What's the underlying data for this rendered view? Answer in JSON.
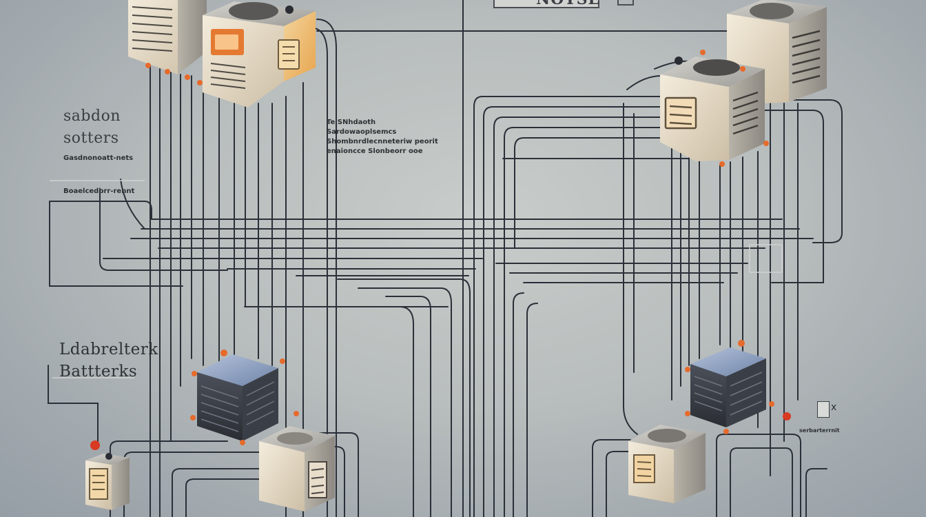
{
  "title": {
    "text": "NOTSE"
  },
  "labels": {
    "left_top_1": "sabdon",
    "left_top_2": "sotters",
    "left_top_3": "Gasdnonoatt-nets",
    "left_top_4": "Boaelcedbrr-rennt",
    "center_1": "Te SNhdaoth",
    "center_2": "Sardowaoplsemcs",
    "center_3": "Shombnrdlecnneteriw peorit",
    "center_4": "enaioncce Slonbeorr ooe",
    "left_bottom_1": "Ldabrelterk",
    "left_bottom_2": "Battterks",
    "right_bottom": "serbarterrnit",
    "right_icon_x": "x"
  },
  "colors": {
    "wire": "#2a2f38",
    "server_body": "#e6dcc8",
    "server_amber": "#f0b866",
    "battery_blue": "#8ea2c4",
    "connector_orange": "#e66a2c",
    "connector_red": "#d83a22"
  },
  "icons": [
    "server-icon",
    "battery-icon",
    "connector-icon",
    "document-icon"
  ]
}
